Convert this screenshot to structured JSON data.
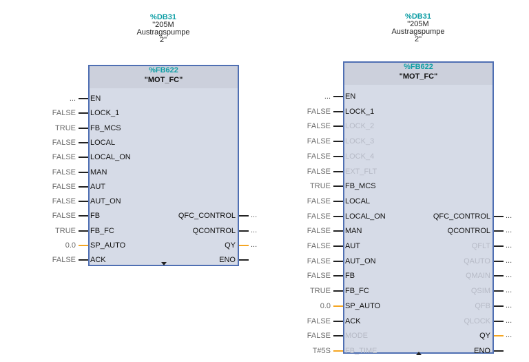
{
  "blocks": [
    {
      "db": "%DB31",
      "db_name": [
        "\"205M",
        "Austragspumpe",
        "2\""
      ],
      "fb": "%FB622",
      "fb_name": "\"MOT_FC\"",
      "scroll": "down",
      "inputs": [
        {
          "name": "EN",
          "value": "...",
          "type": "bool",
          "active": true
        },
        {
          "name": "LOCK_1",
          "value": "FALSE",
          "type": "bool",
          "active": true
        },
        {
          "name": "FB_MCS",
          "value": "TRUE",
          "type": "bool",
          "active": true
        },
        {
          "name": "LOCAL",
          "value": "FALSE",
          "type": "bool",
          "active": true
        },
        {
          "name": "LOCAL_ON",
          "value": "FALSE",
          "type": "bool",
          "active": true
        },
        {
          "name": "MAN",
          "value": "FALSE",
          "type": "bool",
          "active": true
        },
        {
          "name": "AUT",
          "value": "FALSE",
          "type": "bool",
          "active": true
        },
        {
          "name": "AUT_ON",
          "value": "FALSE",
          "type": "bool",
          "active": true
        },
        {
          "name": "FB",
          "value": "FALSE",
          "type": "bool",
          "active": true
        },
        {
          "name": "FB_FC",
          "value": "TRUE",
          "type": "bool",
          "active": true
        },
        {
          "name": "SP_AUTO",
          "value": "0.0",
          "type": "num",
          "active": true
        },
        {
          "name": "ACK",
          "value": "FALSE",
          "type": "bool",
          "active": true
        }
      ],
      "outputs": [
        {
          "row": 8,
          "name": "QFC_CONTROL",
          "value": "...",
          "type": "bool",
          "active": true
        },
        {
          "row": 9,
          "name": "QCONTROL",
          "value": "...",
          "type": "bool",
          "active": true
        },
        {
          "row": 10,
          "name": "QY",
          "value": "...",
          "type": "num",
          "active": true
        },
        {
          "row": 11,
          "name": "ENO",
          "value": "",
          "type": "bool",
          "active": true
        }
      ]
    },
    {
      "db": "%DB31",
      "db_name": [
        "\"205M",
        "Austragspumpe",
        "2\""
      ],
      "fb": "%FB622",
      "fb_name": "\"MOT_FC\"",
      "scroll": "up",
      "inputs": [
        {
          "name": "EN",
          "value": "...",
          "type": "bool",
          "active": true
        },
        {
          "name": "LOCK_1",
          "value": "FALSE",
          "type": "bool",
          "active": true
        },
        {
          "name": "LOCK_2",
          "value": "FALSE",
          "type": "bool",
          "active": false
        },
        {
          "name": "LOCK_3",
          "value": "FALSE",
          "type": "bool",
          "active": false
        },
        {
          "name": "LOCK_4",
          "value": "FALSE",
          "type": "bool",
          "active": false
        },
        {
          "name": "EXT_FLT",
          "value": "FALSE",
          "type": "bool",
          "active": false
        },
        {
          "name": "FB_MCS",
          "value": "TRUE",
          "type": "bool",
          "active": true
        },
        {
          "name": "LOCAL",
          "value": "FALSE",
          "type": "bool",
          "active": true
        },
        {
          "name": "LOCAL_ON",
          "value": "FALSE",
          "type": "bool",
          "active": true
        },
        {
          "name": "MAN",
          "value": "FALSE",
          "type": "bool",
          "active": true
        },
        {
          "name": "AUT",
          "value": "FALSE",
          "type": "bool",
          "active": true
        },
        {
          "name": "AUT_ON",
          "value": "FALSE",
          "type": "bool",
          "active": true
        },
        {
          "name": "FB",
          "value": "FALSE",
          "type": "bool",
          "active": true
        },
        {
          "name": "FB_FC",
          "value": "TRUE",
          "type": "bool",
          "active": true
        },
        {
          "name": "SP_AUTO",
          "value": "0.0",
          "type": "num",
          "active": true
        },
        {
          "name": "ACK",
          "value": "FALSE",
          "type": "bool",
          "active": true
        },
        {
          "name": "MODE",
          "value": "FALSE",
          "type": "bool",
          "active": false
        },
        {
          "name": "FB_TIME",
          "value": "T#5S",
          "type": "num",
          "active": false
        }
      ],
      "outputs": [
        {
          "row": 8,
          "name": "QFC_CONTROL",
          "value": "...",
          "type": "bool",
          "active": true
        },
        {
          "row": 9,
          "name": "QCONTROL",
          "value": "...",
          "type": "bool",
          "active": true
        },
        {
          "row": 10,
          "name": "QFLT",
          "value": "...",
          "type": "bool",
          "active": false
        },
        {
          "row": 11,
          "name": "QAUTO",
          "value": "...",
          "type": "bool",
          "active": false
        },
        {
          "row": 12,
          "name": "QMAIN",
          "value": "...",
          "type": "bool",
          "active": false
        },
        {
          "row": 13,
          "name": "QSIM",
          "value": "...",
          "type": "bool",
          "active": false
        },
        {
          "row": 14,
          "name": "QFB",
          "value": "...",
          "type": "bool",
          "active": false
        },
        {
          "row": 15,
          "name": "QLOCK",
          "value": "...",
          "type": "bool",
          "active": false
        },
        {
          "row": 16,
          "name": "QY",
          "value": "...",
          "type": "num",
          "active": true
        },
        {
          "row": 17,
          "name": "ENO",
          "value": "",
          "type": "bool",
          "active": true
        }
      ]
    }
  ],
  "colors": {
    "db_label": "#0e9ea5",
    "block_border": "#4f6fb3",
    "block_fill": "#d6dbe7",
    "bool_wire": "#222222",
    "num_wire": "#f5a623",
    "inactive_text": "#b6bac6"
  }
}
